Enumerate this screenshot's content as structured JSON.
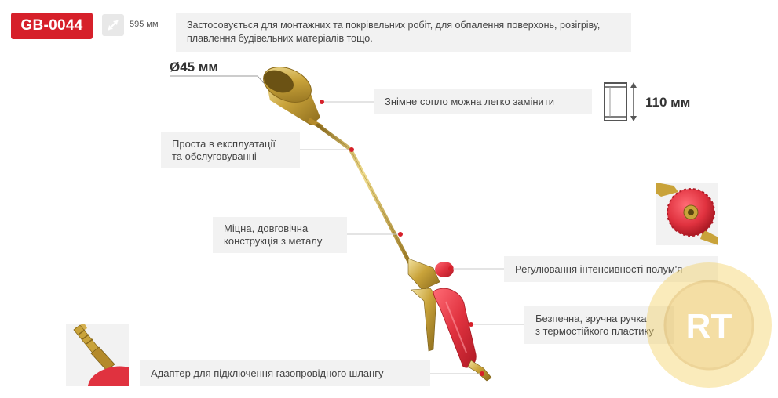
{
  "product": {
    "code": "GB-0044",
    "length": "595 мм",
    "description": "Застосовується для монтажних та покрівельних робіт, для обпалення поверхонь, розігріву, плавлення будівельних матеріалів тощо."
  },
  "dimensions": {
    "nozzle_diameter": "Ø45 мм",
    "nozzle_height": "110 мм"
  },
  "callouts": {
    "nozzle": "Знімне сопло можна легко замінити",
    "easy_use_1": "Проста в експлуатації",
    "easy_use_2": "та обслуговуванні",
    "durable_1": "Міцна, довговічна",
    "durable_2": "конструкція з металу",
    "flame": "Регулювання інтенсивності полум'я",
    "handle_1": "Безпечна, зручна ручка",
    "handle_2": "з термостійкого пластику",
    "adapter": "Адаптер для підключення газопровідного шлангу"
  },
  "icons": {
    "length": "diagonal-arrows-icon",
    "nozzle": "cylinder-outline-icon"
  },
  "colors": {
    "accent": "#d6202a",
    "callout_bg": "#f2f2f2",
    "brass": "#c9a33a",
    "handle_red": "#e0323f"
  }
}
